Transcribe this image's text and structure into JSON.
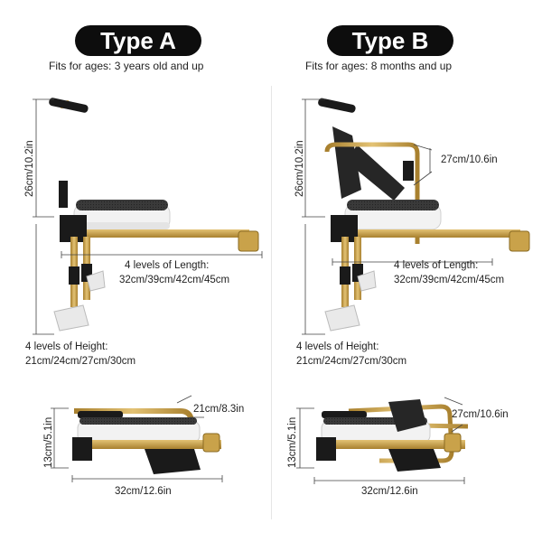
{
  "type_a": {
    "title": "Type A",
    "ages": "Fits for ages: 3 years old and up",
    "seat_height": "26cm/10.2in",
    "length_title": "4 levels of Length:",
    "length_values": "32cm/39cm/42cm/45cm",
    "height_title": "4 levels of Height:",
    "height_values": "21cm/24cm/27cm/30cm",
    "folded_height": "13cm/5.1in",
    "folded_depth": "21cm/8.3in",
    "folded_length": "32cm/12.6in"
  },
  "type_b": {
    "title": "Type B",
    "ages": "Fits for ages: 8 months and up",
    "seat_height": "26cm/10.2in",
    "rail_height": "27cm/10.6in",
    "length_title": "4 levels of Length:",
    "length_values": "32cm/39cm/42cm/45cm",
    "height_title": "4 levels of Height:",
    "height_values": "21cm/24cm/27cm/30cm",
    "folded_height": "13cm/5.1in",
    "folded_depth": "27cm/10.6in",
    "folded_length": "32cm/12.6in"
  },
  "colors": {
    "gold": "#c9a24a",
    "black": "#1a1a1a",
    "seat_white": "#f2f2f2"
  }
}
